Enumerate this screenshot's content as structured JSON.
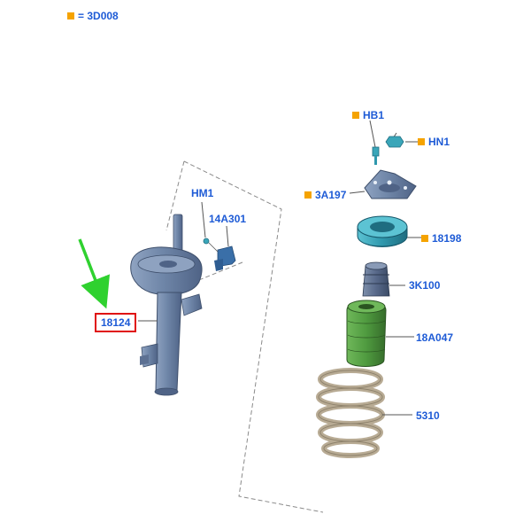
{
  "legend": {
    "symbol": "orange-square",
    "equals": "=",
    "code": "3D008"
  },
  "colors": {
    "accent_orange": "#f5a300",
    "label_blue": "#1e5bd6",
    "highlight_red": "#e01010",
    "arrow_green": "#2fd12f",
    "part_steel": "#6f86a8",
    "part_teal": "#3aa6b9",
    "part_green": "#4f9a3f",
    "spring_beige": "#c8bca7"
  },
  "labels": {
    "hb1": "HB1",
    "hn1": "HN1",
    "p3a197": "3A197",
    "p18198": "18198",
    "p3k100": "3K100",
    "p18a047": "18A047",
    "p5310": "5310",
    "hm1": "HM1",
    "p14a301": "14A301",
    "p18124": "18124"
  }
}
